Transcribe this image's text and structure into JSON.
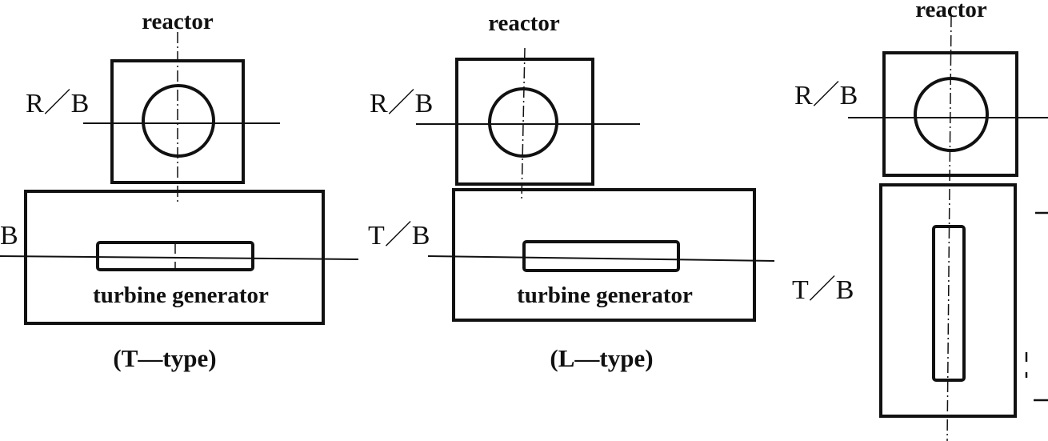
{
  "layouts": [
    {
      "reactor_label": "reactor",
      "reactor_building_label": "R／B",
      "turbine_building_label": "B",
      "turbine_generator_label": "turbine generator",
      "type_label": "(T—type)"
    },
    {
      "reactor_label": "reactor",
      "reactor_building_label": "R／B",
      "turbine_building_label": "T／B",
      "turbine_generator_label": "turbine generator",
      "type_label": "(L—type)"
    },
    {
      "reactor_label": "reactor",
      "reactor_building_label": "R／B",
      "turbine_building_label": "T／B"
    }
  ]
}
